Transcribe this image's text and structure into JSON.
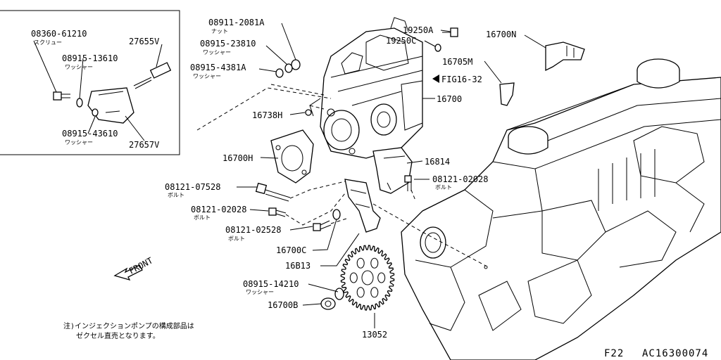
{
  "labels": {
    "p08360_61210": "08360-61210",
    "p08360_61210_sub": "スクリュー",
    "p08915_13610": "08915-13610",
    "p08915_13610_sub": "ワッシャー",
    "p27655V": "27655V",
    "p08915_43610": "08915-43610",
    "p08915_43610_sub": "ワッシャー",
    "p27657V": "27657V",
    "p08911_2081A": "08911-2081A",
    "p08911_2081A_sub": "ナット",
    "p08915_23810": "08915-23810",
    "p08915_23810_sub": "ワッシャー",
    "p08915_4381A": "08915-4381A",
    "p08915_4381A_sub": "ワッシャー",
    "p19250A": "19250A",
    "p19250C": "19250C",
    "p16700N": "16700N",
    "p16705M": "16705M",
    "fig_ref": "FIG16-32",
    "p16700": "16700",
    "p16738H": "16738H",
    "p16700H": "16700H",
    "p16814": "16814",
    "p08121_02028_r": "08121-02028",
    "p08121_02028_r_sub": "ボルト",
    "p08121_07528": "08121-07528",
    "p08121_07528_sub": "ボルト",
    "p08121_02028_l": "08121-02028",
    "p08121_02028_l_sub": "ボルト",
    "p08121_02528": "08121-02528",
    "p08121_02528_sub": "ボルト",
    "p16700C": "16700C",
    "p16813": "16B13",
    "p08915_14210": "08915-14210",
    "p08915_14210_sub": "ワッシャー",
    "p16700B": "16700B",
    "p13052": "13052",
    "front": "FRONT"
  },
  "note": {
    "line1": "注)インジェクションポンプの構成部品は",
    "line2": "ゼクセル直売となります。"
  },
  "footer": {
    "page": "F22",
    "code": "AC16300074"
  },
  "icons": [
    "front-arrow-icon",
    "fig-ref-arrow-icon"
  ]
}
